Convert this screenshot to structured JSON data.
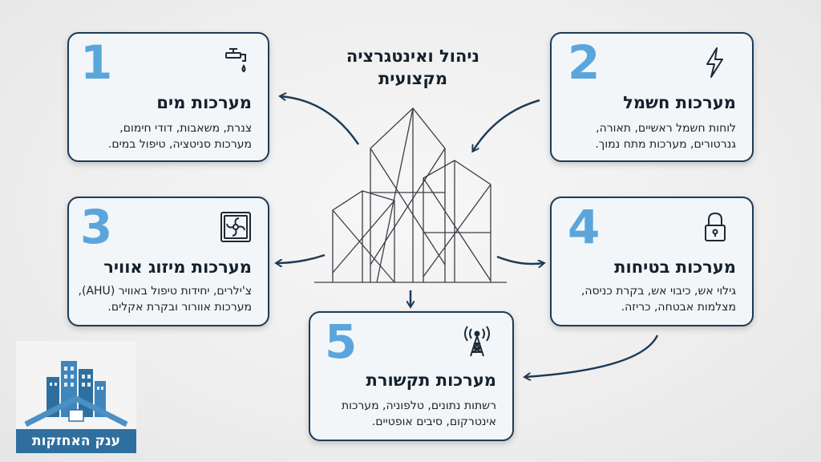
{
  "center": {
    "title_line1": "ניהול ואינטגרציה",
    "title_line2": "מקצועית"
  },
  "cards": [
    {
      "number": "1",
      "title": "מערכות מים",
      "desc_line1": "צנרת, משאבות, דודי חימום,",
      "desc_line2": "מערכות סניטציה, טיפול במים.",
      "icon": "water-tap-icon"
    },
    {
      "number": "2",
      "title": "מערכות חשמל",
      "desc_line1": "לוחות חשמל ראשיים, תאורה,",
      "desc_line2": "גנרטורים, מערכות מתח נמוך.",
      "icon": "lightning-icon"
    },
    {
      "number": "3",
      "title": "מערכות מיזוג אוויר",
      "desc_line1": "צ'ילרים, יחידות טיפול באוויר (AHU),",
      "desc_line2": "מערכות אוורור ובקרת אקלים.",
      "icon": "fan-icon"
    },
    {
      "number": "4",
      "title": "מערכות בטיחות",
      "desc_line1": "גילוי אש, כיבוי אש, בקרת כניסה,",
      "desc_line2": "מצלמות אבטחה, כריזה.",
      "icon": "padlock-icon"
    },
    {
      "number": "5",
      "title": "מערכות תקשורת",
      "desc_line1": "רשתות נתונים, טלפוניה, מערכות",
      "desc_line2": "אינטרקום, סיבים אופטיים.",
      "icon": "antenna-tower-icon"
    }
  ],
  "logo": {
    "text": "ענק האחזקות"
  },
  "colors": {
    "card_border": "#1c3b57",
    "card_bg": "#f2f6f8",
    "number": "#5aa6dc",
    "arrow": "#1c3b57",
    "logo_band": "#2f6f9f"
  }
}
